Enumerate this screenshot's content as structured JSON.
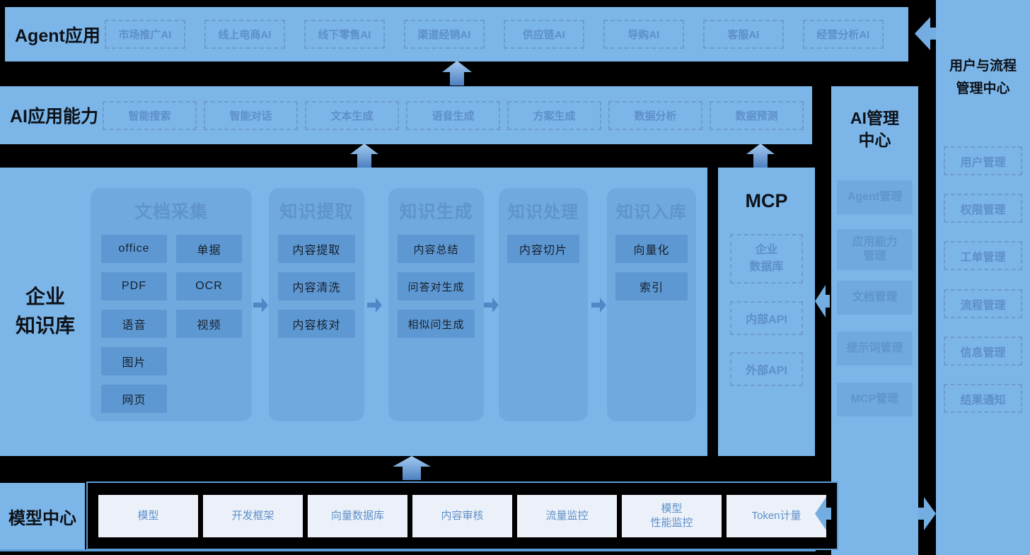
{
  "agent_apps": {
    "title": "Agent应用",
    "items": [
      "市场推广AI",
      "线上电商AI",
      "线下零售AI",
      "渠道经销AI",
      "供应链AI",
      "导购AI",
      "客服AI",
      "经营分析AI"
    ]
  },
  "ai_capabilities": {
    "title": "AI应用能力",
    "items": [
      "智能搜索",
      "智能对话",
      "文本生成",
      "语音生成",
      "方案生成",
      "数据分析",
      "数据预测"
    ]
  },
  "knowledge_base": {
    "title": "企业\n知识库",
    "columns": [
      {
        "title": "文档采集",
        "cards": [
          "office",
          "单据",
          "PDF",
          "OCR",
          "语音",
          "视频",
          "图片",
          "网页"
        ]
      },
      {
        "title": "知识提取",
        "cards": [
          "内容提取",
          "内容清洗",
          "内容核对"
        ]
      },
      {
        "title": "知识生成",
        "cards": [
          "内容总结",
          "问答对生成",
          "相似问生成"
        ]
      },
      {
        "title": "知识处理",
        "cards": [
          "内容切片"
        ]
      },
      {
        "title": "知识入库",
        "cards": [
          "向量化",
          "索引"
        ]
      }
    ]
  },
  "mcp": {
    "title": "MCP",
    "items": [
      "企业\n数据库",
      "内部API",
      "外部API"
    ]
  },
  "ai_management": {
    "title": "AI管理\n中心",
    "items": [
      "Agent管理",
      "应用能力\n管理",
      "文档管理",
      "提示词管理",
      "MCP管理"
    ]
  },
  "user_process": {
    "title": "用户与流程\n管理中心",
    "items": [
      "用户管理",
      "权限管理",
      "工单管理",
      "流程管理",
      "信息管理",
      "结果通知"
    ]
  },
  "model_center": {
    "title": "模型中心",
    "items": [
      "模型",
      "开发框架",
      "向量数据库",
      "内容审核",
      "流量监控",
      "模型\n性能监控",
      "Token计量"
    ]
  },
  "colors": {
    "panel_blue": "#7CB6E9",
    "column_blue": "#6FA9DE",
    "card_blue": "#5E98D2",
    "muted_text_blue": "#5E8FC9",
    "border_blue": "#5B9BD5",
    "white_card": "#ECF1F9",
    "background": "#000000"
  }
}
